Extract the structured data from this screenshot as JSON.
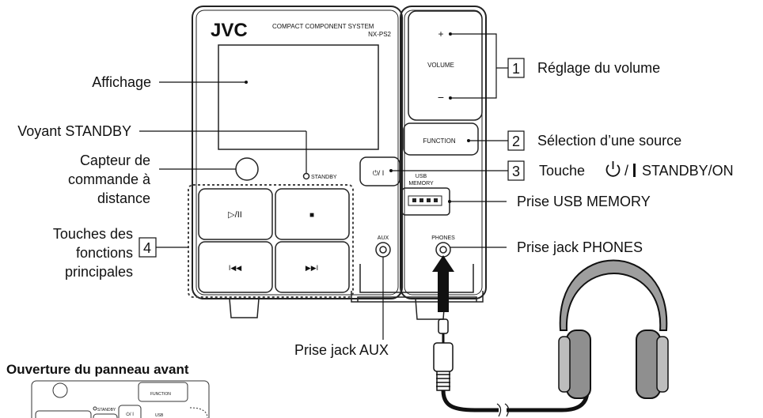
{
  "device": {
    "brand": "JVC",
    "product_line": "COMPACT COMPONENT SYSTEM",
    "model": "NX-PS2",
    "volume_label": "VOLUME",
    "volume_plus": "+",
    "volume_minus": "−",
    "function_label": "FUNCTION",
    "standby_label": "STANDBY",
    "power_symbol": "⏻/ I",
    "usb_label_1": "USB",
    "usb_label_2": "MEMORY",
    "aux_label": "AUX",
    "phones_label": "PHONES",
    "play_pause_symbol": "▷/II",
    "stop_symbol": "■",
    "prev_symbol": "I◀◀",
    "next_symbol": "▶▶I"
  },
  "callouts": {
    "affichage": "Affichage",
    "voyant": "Voyant STANDBY",
    "capteur_1": "Capteur de",
    "capteur_2": "commande à",
    "capteur_3": "distance",
    "touches_1": "Touches des",
    "touches_2": "fonctions",
    "touches_3": "principales",
    "touches_num": "4",
    "volume_num": "1",
    "volume_text": "Réglage du volume",
    "source_num": "2",
    "source_text": "Sélection d’une source",
    "standby_num": "3",
    "standby_text_1": "Touche",
    "standby_text_2": "STANDBY/ON",
    "usb_text": "Prise USB MEMORY",
    "phones_text": "Prise jack PHONES",
    "aux_text": "Prise jack AUX"
  },
  "inset": {
    "title": "Ouverture du panneau avant",
    "standby_label": "STANDBY",
    "function_label": "FUNCTION",
    "power_symbol": "⏻/ I",
    "usb_label": "USB"
  }
}
